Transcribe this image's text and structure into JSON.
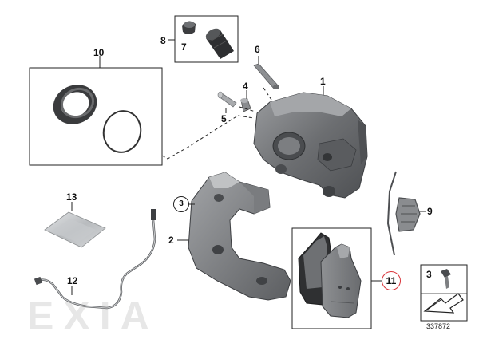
{
  "callouts": {
    "c1": "1",
    "c2": "2",
    "c3": "3",
    "c4": "4",
    "c5": "5",
    "c6": "6",
    "c7": "7",
    "c8": "8",
    "c9": "9",
    "c10": "10",
    "c11": "11",
    "c12": "12",
    "c13": "13",
    "c3_circled": "3",
    "c3_box": "3"
  },
  "diagram_number": "337872",
  "watermark": "EXIA",
  "colors": {
    "part_dark": "#5e6063",
    "part_mid": "#8a8c8f",
    "part_light": "#b4b6b8",
    "line": "#222222",
    "highlight": "#d9343a"
  }
}
